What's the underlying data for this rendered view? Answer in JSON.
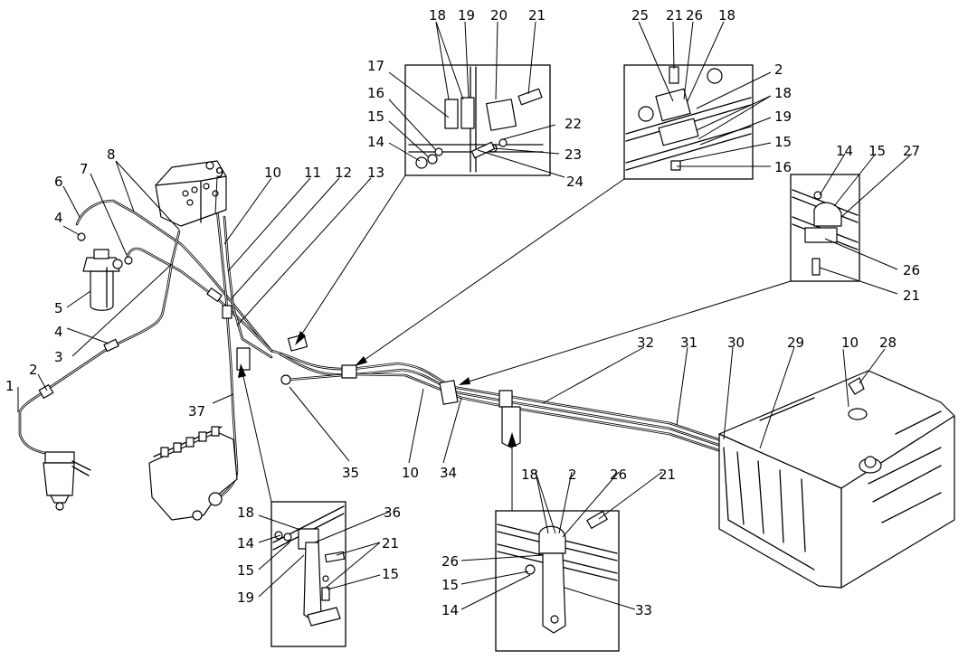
{
  "labels": {
    "l1": "1",
    "l2": "2",
    "l3": "3",
    "l4a": "4",
    "l4b": "4",
    "l5": "5",
    "l6": "6",
    "l7": "7",
    "l8": "8",
    "l9": "9",
    "l10a": "10",
    "l11": "11",
    "l12": "12",
    "l13": "13",
    "l35": "35",
    "l37": "37",
    "l10b": "10",
    "l34": "34",
    "l32": "32",
    "l31": "31",
    "l30": "30",
    "l29": "29",
    "l10c": "10",
    "l28": "28",
    "a18": "18",
    "a19": "19",
    "a20": "20",
    "a21": "21",
    "a17": "17",
    "a16": "16",
    "a15": "15",
    "a14": "14",
    "a22": "22",
    "a23": "23",
    "a24": "24",
    "b25": "25",
    "b21": "21",
    "b26": "26",
    "b18a": "18",
    "b2": "2",
    "b18b": "18",
    "b19": "19",
    "b15": "15",
    "b16": "16",
    "c14": "14",
    "c15": "15",
    "c27": "27",
    "c26": "26",
    "c21": "21",
    "d18": "18",
    "d36": "36",
    "d14": "14",
    "d21": "21",
    "d15a": "15",
    "d19": "19",
    "d15b": "15",
    "e18": "18",
    "e2": "2",
    "e26a": "26",
    "e21": "21",
    "e26b": "26",
    "e15": "15",
    "e14": "14",
    "e33": "33"
  }
}
